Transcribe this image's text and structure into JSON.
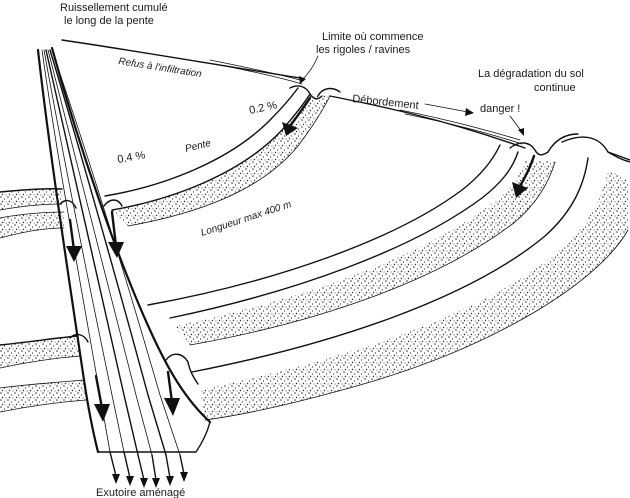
{
  "labels": {
    "cumulative_runoff_line1": "Ruissellement cumulé",
    "cumulative_runoff_line2": "le long de la pente",
    "infiltration_refusal": "Refus à l'infiltration",
    "rill_limit_line1": "Limite où commence",
    "rill_limit_line2": "les rigoles / ravines",
    "soil_degradation_line1": "La dégradation du sol",
    "soil_degradation_line2": "continue",
    "overflow": "Débordement",
    "danger": "danger !",
    "slope_upper": "0.2 %",
    "slope_lower": "0.4 %",
    "slope_word": "Pente",
    "max_length": "Longueur max 400 m",
    "outlet": "Exutoire aménagé"
  },
  "colors": {
    "ink": "#111111",
    "stipple": "#2a2a2a",
    "background": "#ffffff"
  }
}
